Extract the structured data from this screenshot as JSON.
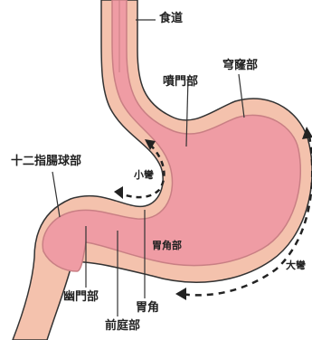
{
  "diagram": {
    "labels": {
      "esophagus": "食道",
      "cardia": "噴門部",
      "fornix": "穹窿部",
      "duodenum": "十二指腸球部",
      "lesser_curvature": "小彎",
      "body": "胃角部",
      "greater_curvature": "大彎",
      "pylorus": "幽門部",
      "angle": "胃角",
      "antrum": "前庭部"
    },
    "colors": {
      "outer_wall": "#f4c2ad",
      "lumen": "#ef9ca4",
      "mucosa_line": "#c97f84",
      "outline": "#333333",
      "arrow": "#222222"
    }
  }
}
